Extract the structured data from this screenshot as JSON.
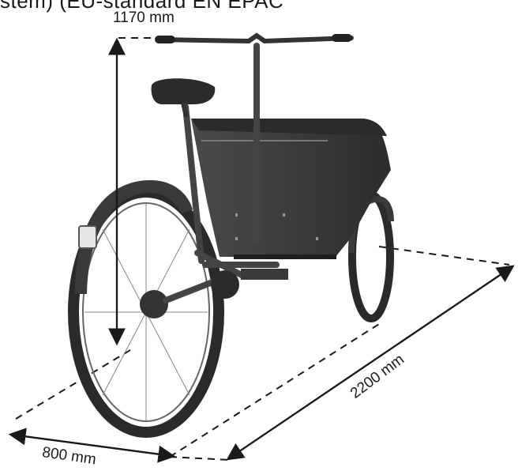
{
  "caption": "stem) (EU-standard EN EPAC",
  "dimensions": {
    "height": "1170 mm",
    "width": "800 mm",
    "length": "2200 mm"
  },
  "colors": {
    "line": "#1a1a1a",
    "box": "#3b3b3b",
    "tire": "#2a2a2a",
    "frame": "#444444"
  }
}
